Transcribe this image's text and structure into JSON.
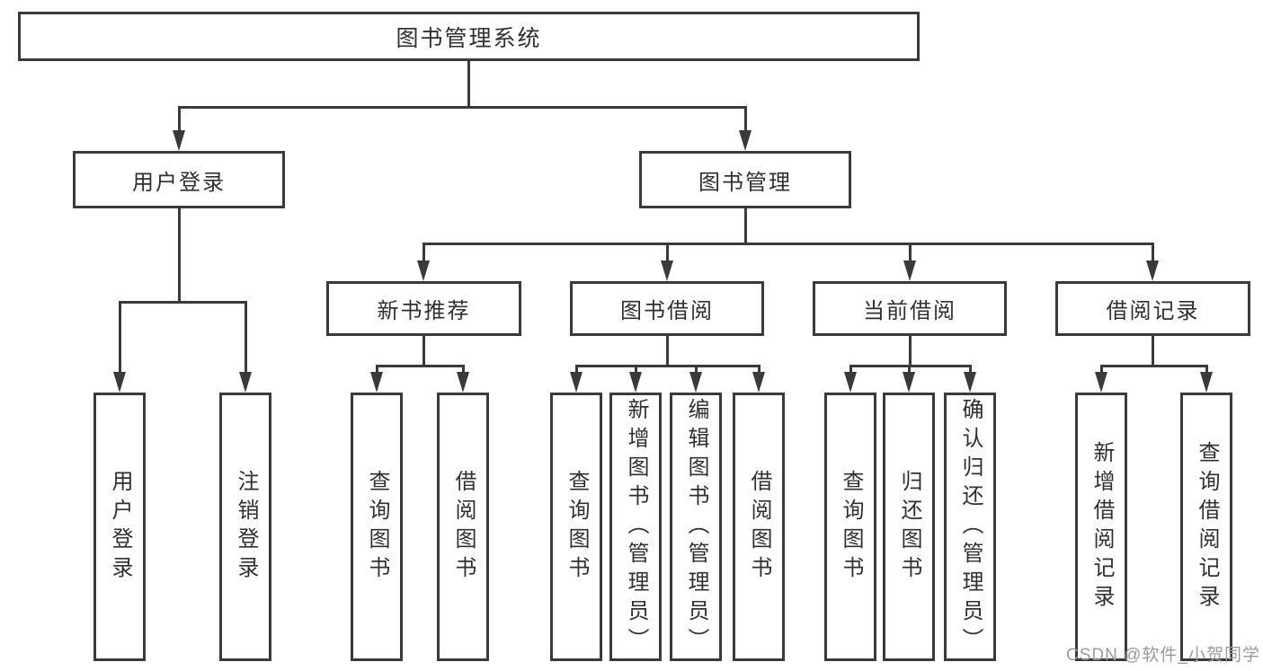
{
  "root": {
    "label": "图书管理系统"
  },
  "level2": [
    {
      "label": "用户登录"
    },
    {
      "label": "图书管理"
    }
  ],
  "level3": [
    {
      "label": "新书推荐"
    },
    {
      "label": "图书借阅"
    },
    {
      "label": "当前借阅"
    },
    {
      "label": "借阅记录"
    }
  ],
  "leaves": {
    "login": [
      "用户登录",
      "注销登录"
    ],
    "recommend": [
      "查询图书",
      "借阅图书"
    ],
    "borrow": [
      "查询图书",
      "新增图书（管理员）",
      "编辑图书（管理员）",
      "借阅图书"
    ],
    "current": [
      "查询图书",
      "归还图书",
      "确认归还（管理员）"
    ],
    "records": [
      "新增借阅记录",
      "查询借阅记录"
    ]
  },
  "watermark": {
    "text": "CSDN @软件_小贺同学"
  },
  "colors": {
    "line": "#3a3a3a",
    "text": "#303030",
    "watermark": "#9b9b9b",
    "background": "#ffffff"
  }
}
